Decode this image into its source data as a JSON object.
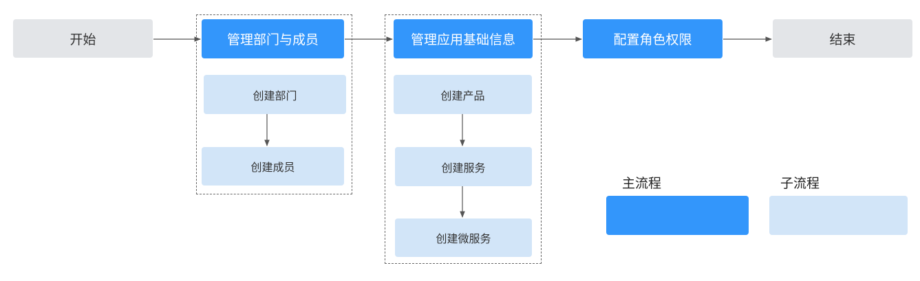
{
  "nodes": {
    "start": "开始",
    "manage_dept_members": "管理部门与成员",
    "create_dept": "创建部门",
    "create_member": "创建成员",
    "manage_app_info": "管理应用基础信息",
    "create_product": "创建产品",
    "create_service": "创建服务",
    "create_microservice": "创建微服务",
    "config_role_perm": "配置角色权限",
    "end": "结束"
  },
  "legend": {
    "main_flow": "主流程",
    "sub_flow": "子流程"
  },
  "colors": {
    "main": "#3396fb",
    "sub": "#d2e5f8",
    "terminal": "#e3e5e8",
    "line": "#555555",
    "dashed_border": "#666666"
  }
}
